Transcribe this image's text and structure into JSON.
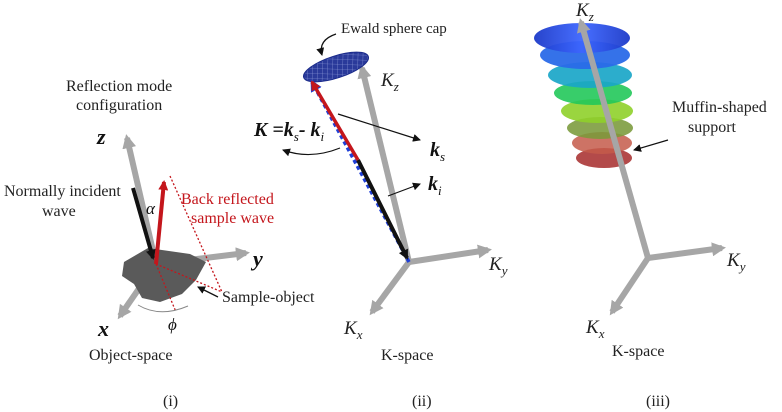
{
  "panel_i": {
    "title_line1": "Reflection mode",
    "title_line2": "configuration",
    "axis_z": "z",
    "axis_y": "y",
    "axis_x": "x",
    "incident_line1": "Normally incident",
    "incident_line2": "wave",
    "reflected_line1": "Back reflected",
    "reflected_line2": "sample wave",
    "alpha": "α",
    "phi": "ϕ",
    "sample_label": "Sample-object",
    "space_label": "Object-space",
    "caption": "(i)"
  },
  "panel_ii": {
    "ewald_label": "Ewald sphere cap",
    "kz_main": "K",
    "kz_sub": "z",
    "ky_main": "K",
    "ky_sub": "y",
    "kx_main": "K",
    "kx_sub": "x",
    "eq_K": "K",
    "eq_eq": " =",
    "eq_k1": "k",
    "eq_s": "s",
    "eq_minus": "- ",
    "eq_k2": "k",
    "eq_i": "i",
    "ks_main": "k",
    "ks_sub": "s",
    "ki_main": "k",
    "ki_sub": "i",
    "space_label": "K-space",
    "caption": "(ii)"
  },
  "panel_iii": {
    "kz_main": "K",
    "kz_sub": "z",
    "ky_main": "K",
    "ky_sub": "y",
    "kx_main": "K",
    "kx_sub": "x",
    "muffin_line1": "Muffin-shaped",
    "muffin_line2": "support",
    "space_label": "K-space",
    "caption": "(iii)"
  },
  "colors": {
    "axis_gray": "#a6a6a6",
    "incident_black": "#111111",
    "reflected_red": "#c4161c",
    "k_blue": "#1f3fd6",
    "sample_dark": "#5a5a5a",
    "ewald_navy": "#1a2a8a"
  }
}
